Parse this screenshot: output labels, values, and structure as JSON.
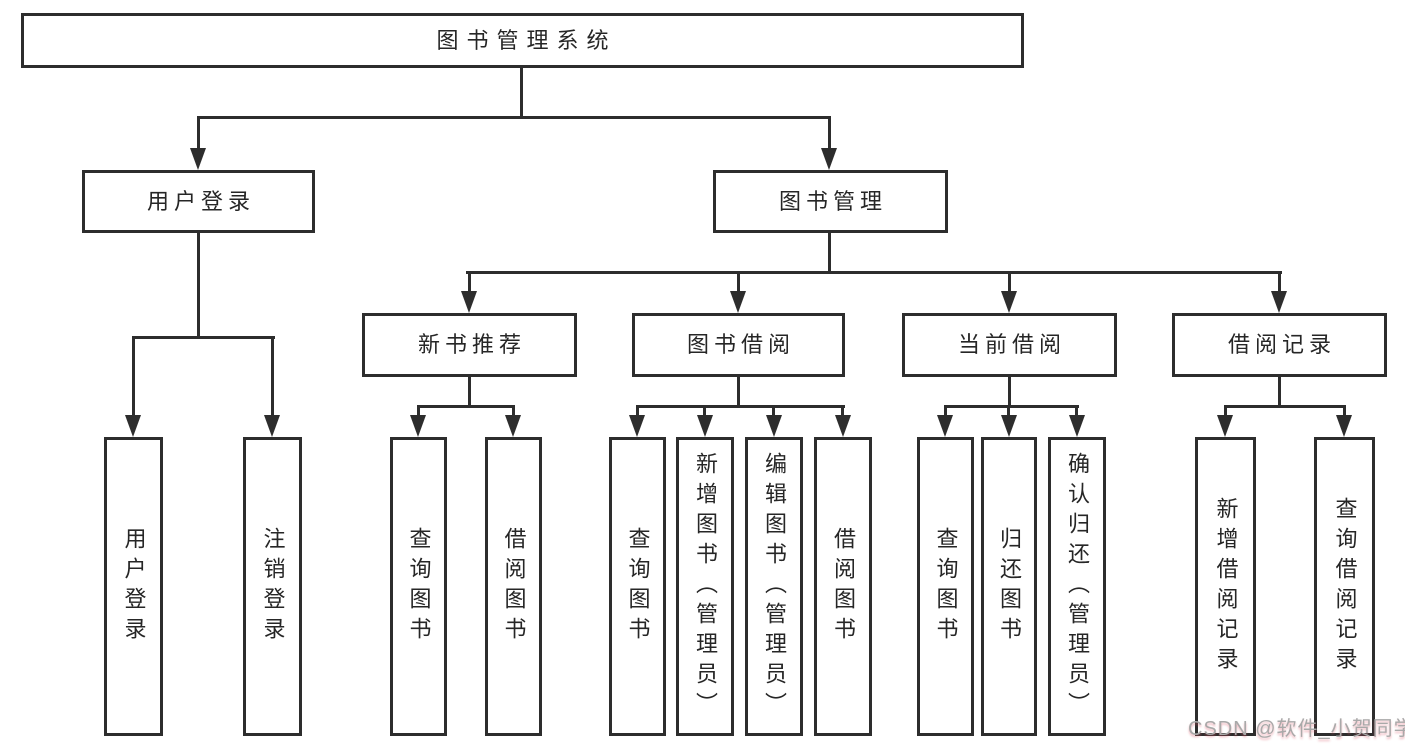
{
  "colors": {
    "line": "#2d2d2d",
    "text": "#262626",
    "background": "#ffffff",
    "watermark": "#a9a9a9"
  },
  "watermark": {
    "text": "CSDN @软件_小贺同学"
  },
  "nodes": {
    "root": "图书管理系统",
    "level2": [
      "用户登录",
      "图书管理"
    ],
    "level3": [
      "新书推荐",
      "图书借阅",
      "当前借阅",
      "借阅记录"
    ],
    "level4": [
      "用户登录",
      "注销登录",
      "查询图书",
      "借阅图书",
      "查询图书",
      "新增图书（管理员）",
      "编辑图书（管理员）",
      "借阅图书",
      "查询图书",
      "归还图书",
      "确认归还（管理员）",
      "新增借阅记录",
      "查询借阅记录"
    ]
  }
}
